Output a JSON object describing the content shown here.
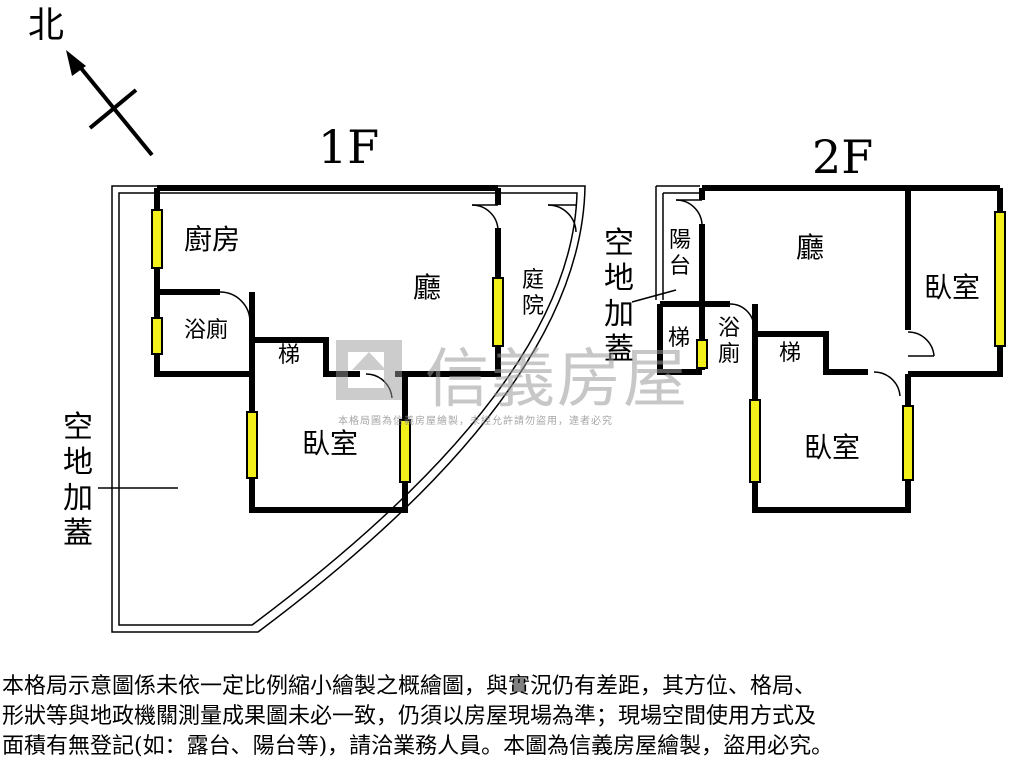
{
  "compass": {
    "north_label": "北"
  },
  "floors": [
    {
      "id": "1F",
      "label": "1F",
      "rooms": {
        "kitchen": "廚房",
        "living": "廳",
        "bath": "浴廁",
        "stairs": "梯",
        "bedroom": "臥室",
        "courtyard": "庭院",
        "added_space": "空地加蓋"
      }
    },
    {
      "id": "2F",
      "label": "2F",
      "rooms": {
        "balcony": "陽台",
        "living": "廳",
        "bedroom_east": "臥室",
        "stairs_left": "梯",
        "bath": "浴廁",
        "stairs_right": "梯",
        "bedroom_south": "臥室",
        "added_space": "空地加蓋"
      }
    }
  ],
  "watermark": {
    "brand": "信義房屋",
    "notice": "本格局圖為信義房屋繪製，未經允許請勿盜用，違者必究"
  },
  "colors": {
    "wall": "#000000",
    "window_fill": "#f2ef1a",
    "watermark": "#9a9a9a"
  },
  "disclaimer": {
    "line1": "本格局示意圖係未依一定比例縮小繪製之概繪圖，與實況仍有差距，其方位、格局、",
    "line2": "形狀等與地政機關測量成果圖未必一致，仍須以房屋現場為準；現場空間使用方式及",
    "line3": "面積有無登記(如：露台、陽台等)，請洽業務人員。本圖為信義房屋繪製，盜用必究。"
  }
}
